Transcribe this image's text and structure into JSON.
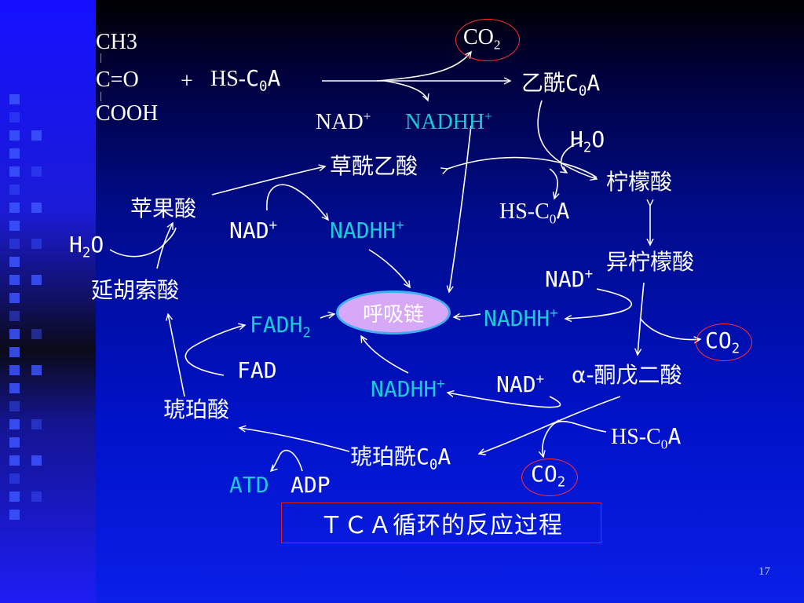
{
  "pyruvate": {
    "line1": "CH3",
    "line2": "C=O",
    "line3": "COOH"
  },
  "plus": "+",
  "hs_coa_top": {
    "text": "HS-",
    "c": "C",
    "sub": "0",
    "a": "A"
  },
  "co2": {
    "text": "CO",
    "sub": "2"
  },
  "acetyl_coa": {
    "cn": "乙酰",
    "c": "C",
    "sub": "0",
    "a": "A"
  },
  "nad": {
    "text": "NAD",
    "sup": "+"
  },
  "nadh": {
    "text": "NADHH",
    "sup": "+"
  },
  "h2o": {
    "h": "H",
    "sub": "2",
    "o": "O"
  },
  "oxaloacetate": "草酰乙酸",
  "citrate": "柠檬酸",
  "malate": "苹果酸",
  "hs_coa": {
    "text": "HS-C",
    "sub": "0",
    "a": "A"
  },
  "isocitrate": "异柠檬酸",
  "fumarate": "延胡索酸",
  "respiratory_chain": "呼吸链",
  "fadh2": {
    "text": "FADH",
    "sub": "2"
  },
  "fad": "FAD",
  "alpha_kg": "α-酮戊二酸",
  "succinate": "琥珀酸",
  "succinyl_coa": {
    "cn": "琥珀酰",
    "c": "C",
    "sub": "0",
    "a": "A"
  },
  "atd": "ATD",
  "adp": "ADP",
  "title": "ＴＣＡ循环的反应过程",
  "page_number": "17",
  "colors": {
    "accent_cyan": "#1ec8d8",
    "highlight_red": "#ff3030",
    "chain_fill": "#d8a8f8"
  }
}
